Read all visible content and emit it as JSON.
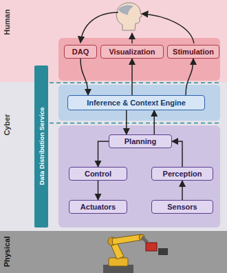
{
  "diagram": {
    "nodes": [
      {
        "text": [
          "Human"
        ]
      },
      {
        "text": [
          "DAQ"
        ],
        "in": 0
      },
      {
        "text": [
          "Visualization"
        ],
        "in": 0
      },
      {
        "text": [
          "Stimulation"
        ],
        "in": 0
      },
      {
        "text": [
          "Cyber"
        ]
      },
      {
        "text": [
          "Data Distribution Service"
        ]
      },
      {
        "text": [
          "Inference & Context Engine"
        ],
        "in": 4
      },
      {
        "text": [
          "Planning"
        ],
        "in": 4
      },
      {
        "text": [
          "Control"
        ],
        "in": 4
      },
      {
        "text": [
          "Perception"
        ],
        "in": 4
      },
      {
        "text": [
          "Actuators"
        ],
        "in": 4
      },
      {
        "text": [
          "Sensors"
        ],
        "in": 4
      },
      {
        "text": [
          "Physical"
        ]
      }
    ],
    "edges": [
      {
        "from": 1,
        "to": 6,
        "arrow": "to"
      },
      {
        "from": 6,
        "to": 2,
        "arrow": "to"
      },
      {
        "from": 6,
        "to": 3,
        "arrow": "to"
      },
      {
        "from": 6,
        "to": 7,
        "arrow": "to"
      },
      {
        "from": 7,
        "to": 6,
        "arrow": "to"
      },
      {
        "from": 7,
        "to": 8,
        "arrow": "to"
      },
      {
        "from": 8,
        "to": 10,
        "arrow": "to"
      },
      {
        "from": 11,
        "to": 9,
        "arrow": "to"
      },
      {
        "from": 9,
        "to": 7,
        "arrow": "to"
      }
    ]
  }
}
